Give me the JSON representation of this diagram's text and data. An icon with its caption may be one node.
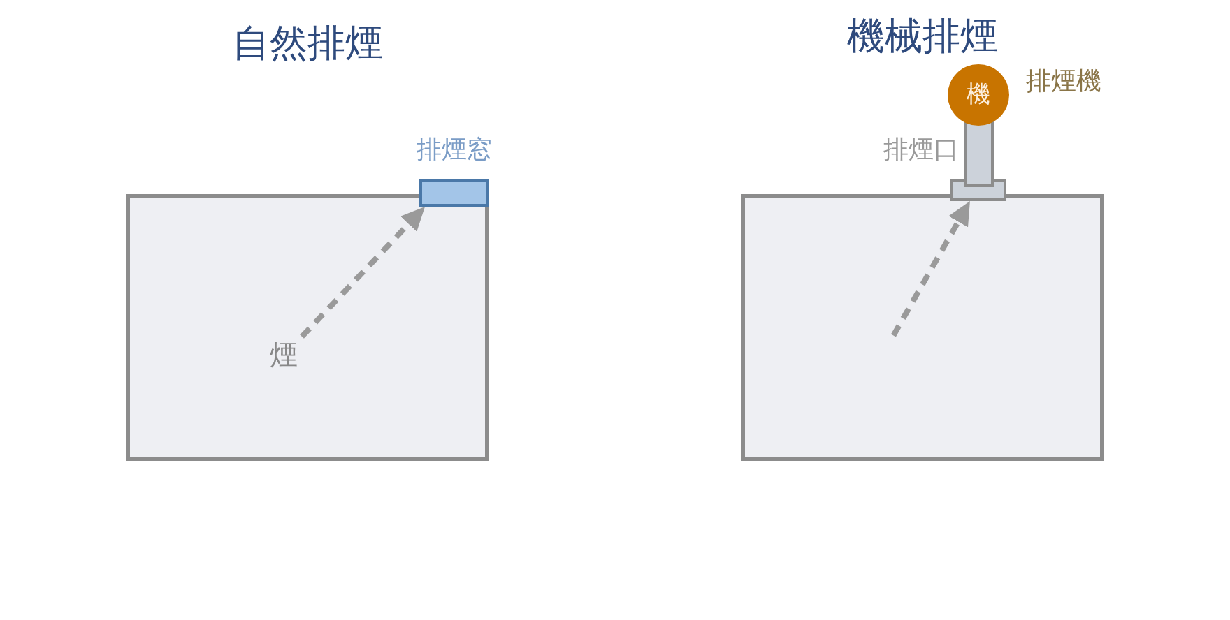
{
  "diagram": {
    "nodes": [
      {
        "text": [],
        "shape": "box"
      },
      {
        "text": [
          "煙"
        ],
        "in": 0
      },
      {
        "text": [],
        "shape": "box",
        "beside": [
          "排煙窓"
        ]
      },
      {
        "text": [],
        "shape": "box"
      },
      {
        "text": [],
        "shape": "box",
        "beside": [
          "排煙口"
        ]
      },
      {
        "text": [
          "機"
        ],
        "beside": [
          "排煙機"
        ]
      }
    ],
    "edges": [
      {
        "from": 1,
        "to": 2,
        "arrow": "to",
        "style": "dashed"
      },
      {
        "from": 3,
        "to": 4,
        "arrow": "to",
        "style": "dashed"
      }
    ],
    "labels": [
      "自然排煙",
      "機械排煙"
    ]
  }
}
